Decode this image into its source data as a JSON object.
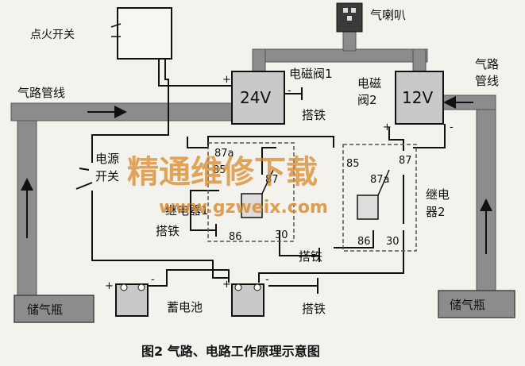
{
  "labels": {
    "ignition_switch": "点火开关",
    "horn": "气喇叭",
    "valve1_label": "电磁阀1",
    "valve1_voltage": "24V",
    "valve2_label_line1": "电磁",
    "valve2_label_line2": "阀2",
    "valve2_voltage": "12V",
    "air_pipe_left": "气路管线",
    "air_pipe_right_line1": "气路",
    "air_pipe_right_line2": "管线",
    "power_switch_line1": "电源",
    "power_switch_line2": "开关",
    "ground": "搭铁",
    "relay1": "继电器1",
    "relay2_line1": "继电",
    "relay2_line2": "器2",
    "battery": "蓄电池",
    "tank_left": "储气瓶",
    "tank_right": "储气瓶",
    "caption": "图2   气路、电路工作原理示意图",
    "pin_87a": "87a",
    "pin_87": "87",
    "pin_85": "85",
    "pin_86": "86",
    "pin_30": "30",
    "plus": "+",
    "minus": "-"
  },
  "watermark": {
    "main": "精通维修下载",
    "url": "www.gzweix.com"
  },
  "colors": {
    "pipe": "#8c8c8c",
    "pipe_dark": "#6f6f6f",
    "device_fill": "#c9c9c9",
    "watermark": "#d98a2c",
    "line": "#111111"
  }
}
